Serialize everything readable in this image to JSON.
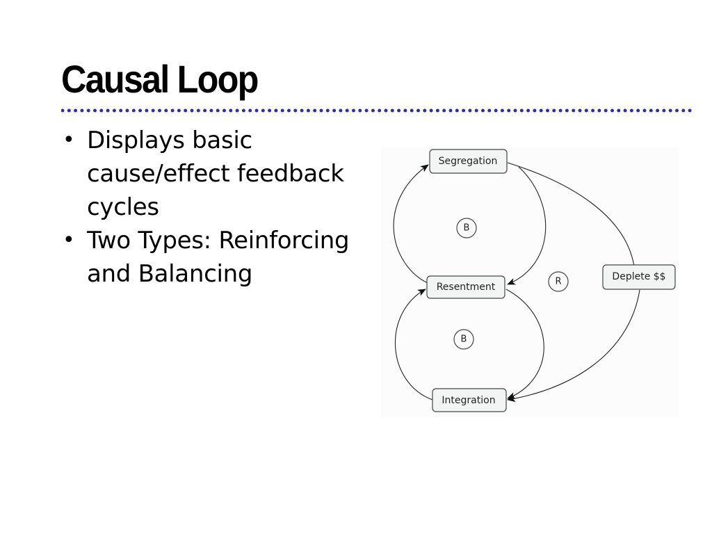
{
  "slide": {
    "title": "Causal Loop",
    "accent_color": "#2e3192",
    "bullets": [
      "Displays basic cause/effect feedback cycles",
      "Two Types: Reinforcing and Balancing"
    ]
  },
  "diagram": {
    "nodes": {
      "segregation": "Segregation",
      "resentment": "Resentment",
      "integration": "Integration",
      "deplete": "Deplete $$"
    },
    "loops": {
      "upper": "B",
      "lower": "B",
      "outer": "R"
    },
    "links": [
      {
        "from": "Segregation",
        "to": "Resentment"
      },
      {
        "from": "Resentment",
        "to": "Segregation"
      },
      {
        "from": "Resentment",
        "to": "Integration"
      },
      {
        "from": "Integration",
        "to": "Resentment"
      },
      {
        "from": "Segregation",
        "to": "Deplete $$"
      },
      {
        "from": "Deplete $$",
        "to": "Integration"
      }
    ]
  }
}
